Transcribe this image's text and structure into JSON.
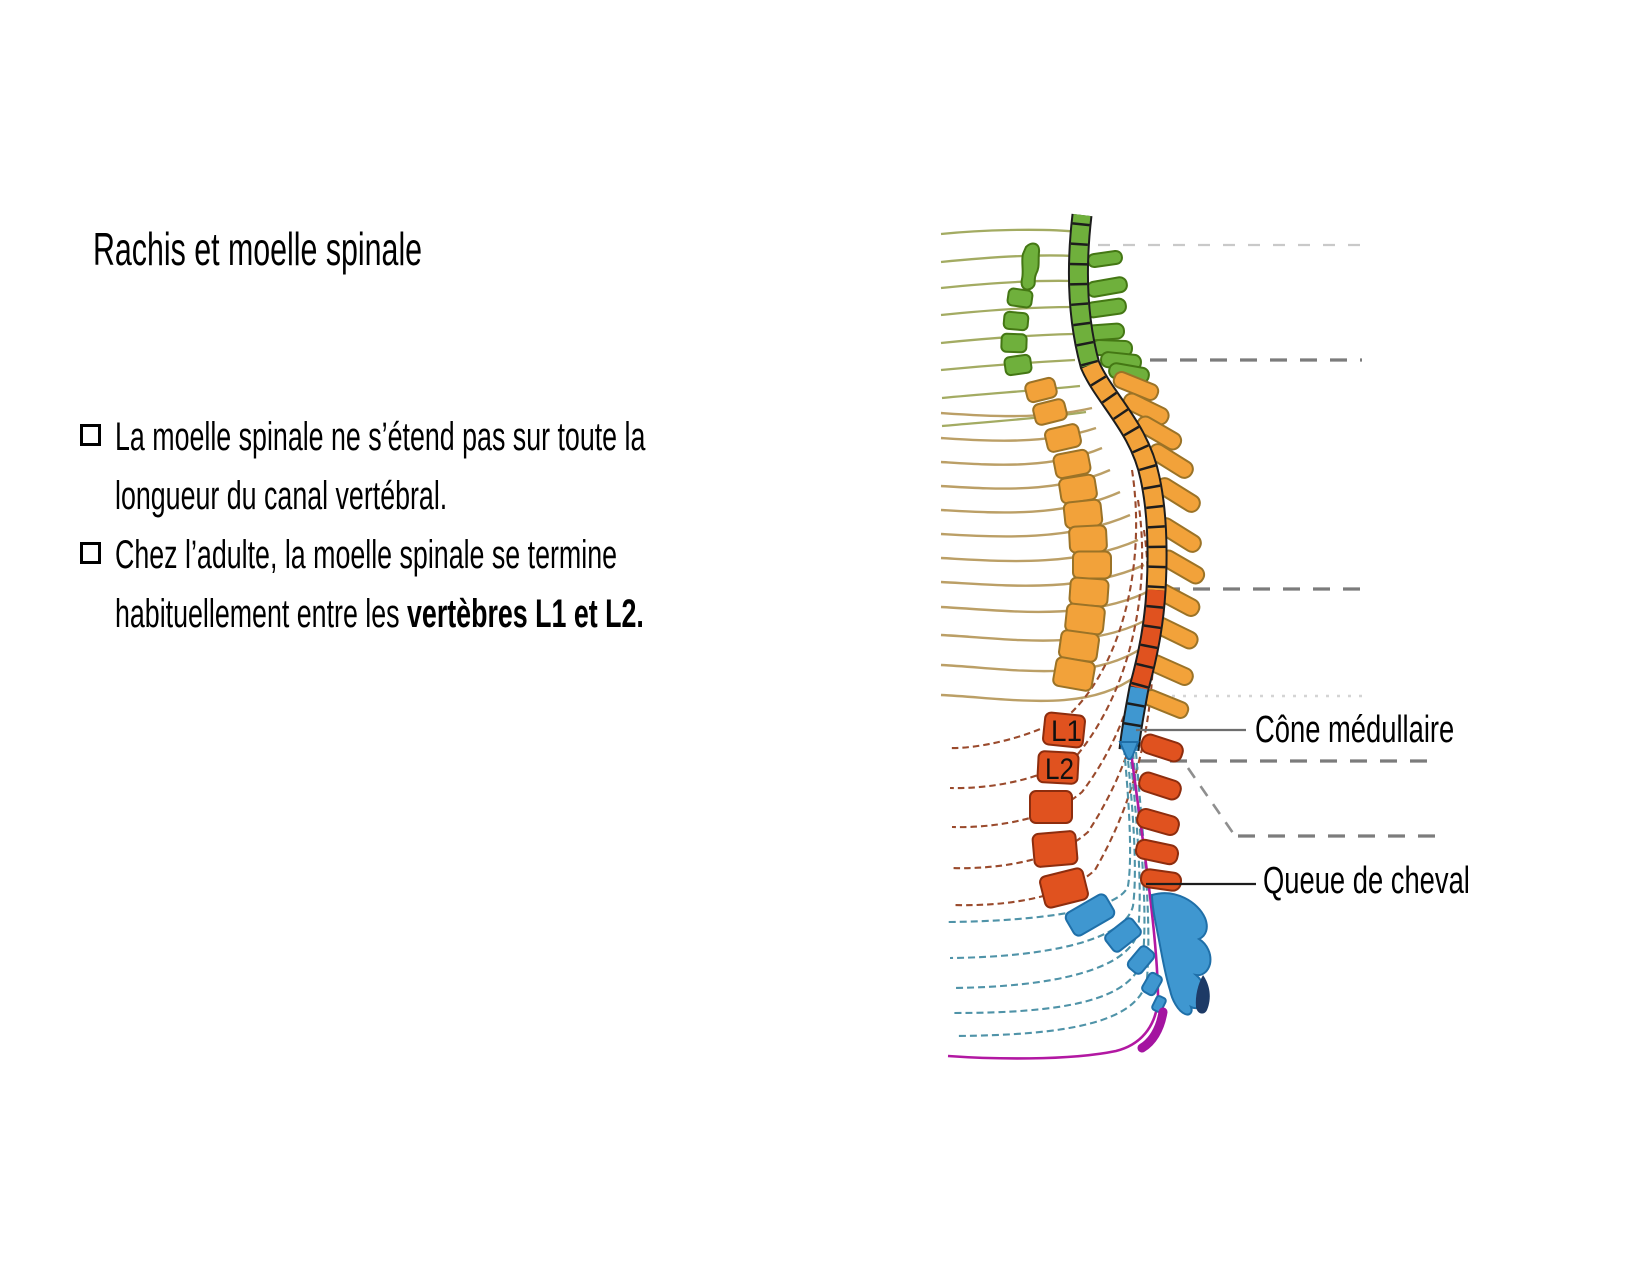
{
  "slide": {
    "title": "Rachis et moelle spinale",
    "bullet1": {
      "line1": "La moelle spinale ne s’étend pas sur toute la",
      "line2": "longueur du canal vertébral."
    },
    "bullet2": {
      "line1": "Chez l’adulte, la moelle spinale se termine",
      "line2_normal": "habituellement entre les ",
      "line2_bold": "vertèbres L1 et L2."
    }
  },
  "diagram": {
    "vertebra_l1": "L1",
    "vertebra_l2": "L2",
    "cone_label": "Cône médullaire",
    "queue_label": "Queue de cheval",
    "colors": {
      "cervical_green": "#6fb03c",
      "thoracic_orange": "#f2a23a",
      "lumbar_red": "#e0521f",
      "sacral_blue": "#3f97d0",
      "filum_magenta": "#b218a2",
      "coccyx_navy": "#1d3a66",
      "dashed_gray": "#7c7c7c"
    }
  }
}
